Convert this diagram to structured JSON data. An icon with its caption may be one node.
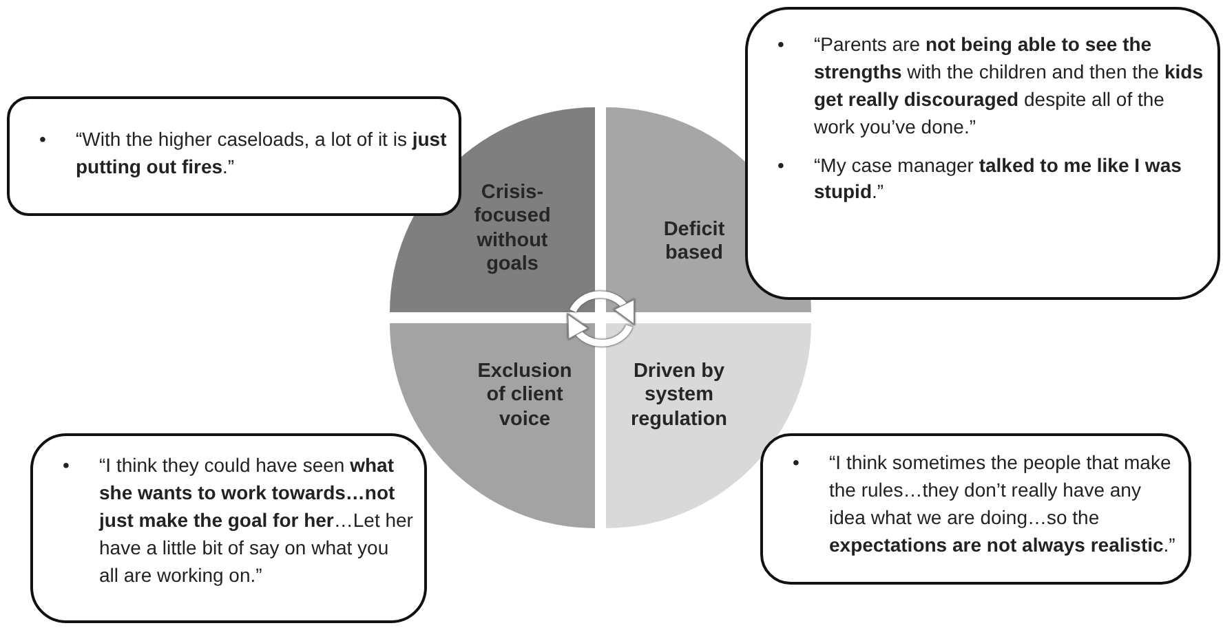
{
  "diagram": {
    "nodes": [
      {
        "text": [
          "•",
          "“Parents are **not being able to see the strengths** with the children and then the **kids get really discouraged** despite all of the work you’ve done.”",
          "•",
          "“My case manager **talked to me like I was stupid**.”"
        ]
      },
      {
        "text": [
          "•",
          "“With the higher caseloads, a lot of it is **just putting out fires**.”"
        ]
      },
      {
        "text": [
          "Crisis-focused without goals"
        ]
      },
      {
        "text": [
          "Deficit based"
        ]
      },
      {
        "text": [
          "Exclusion of client voice"
        ]
      },
      {
        "text": [
          "Driven by system regulation"
        ]
      },
      {
        "text": [
          "•",
          "“I think they could have seen **what she wants to work towards…not just make the goal for her**…Let her have a little bit of say on what you all are working on.”"
        ]
      },
      {
        "text": [
          "•",
          "“I think sometimes the people that make the rules…they don’t really have any idea what we are doing…so the **expectations are not always realistic**.”"
        ]
      }
    ],
    "edges": [
      {
        "from": 2,
        "to": 3,
        "arrow": "to"
      },
      {
        "from": 5,
        "to": 4,
        "arrow": "to"
      }
    ]
  }
}
